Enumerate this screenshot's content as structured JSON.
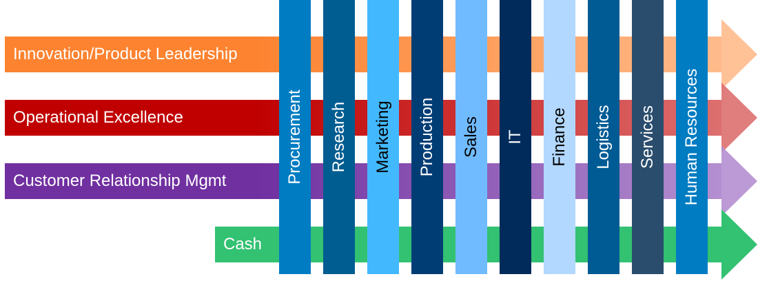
{
  "diagram": {
    "title": "",
    "strategies": [
      {
        "label": "Innovation/Product Leadership",
        "color": "#fd8330",
        "color_end": "#ffbb8c"
      },
      {
        "label": "Operational Excellence",
        "color": "#c00000",
        "color_end": "#dd6f6f"
      },
      {
        "label": "Customer Relationship Mgmt",
        "color": "#7030a0",
        "color_end": "#b48fd0"
      },
      {
        "label": "Cash",
        "color": "#33c172",
        "color_end": "#33c172"
      }
    ],
    "functions": [
      {
        "label": "Procurement",
        "color": "#007cc2",
        "text_color": "#ffffff"
      },
      {
        "label": "Research",
        "color": "#005d91",
        "text_color": "#ffffff"
      },
      {
        "label": "Marketing",
        "color": "#42b9ff",
        "text_color": "#000000"
      },
      {
        "label": "Production",
        "color": "#003d75",
        "text_color": "#ffffff"
      },
      {
        "label": "Sales",
        "color": "#70bbff",
        "text_color": "#000000"
      },
      {
        "label": "IT",
        "color": "#002b5b",
        "text_color": "#ffffff"
      },
      {
        "label": "Finance",
        "color": "#b2d8ff",
        "text_color": "#000000"
      },
      {
        "label": "Logistics",
        "color": "#005b94",
        "text_color": "#ffffff"
      },
      {
        "label": "Services",
        "color": "#2a4d6d",
        "text_color": "#ffffff"
      },
      {
        "label": "Human Resources",
        "color": "#007cc2",
        "text_color": "#ffffff"
      }
    ]
  }
}
